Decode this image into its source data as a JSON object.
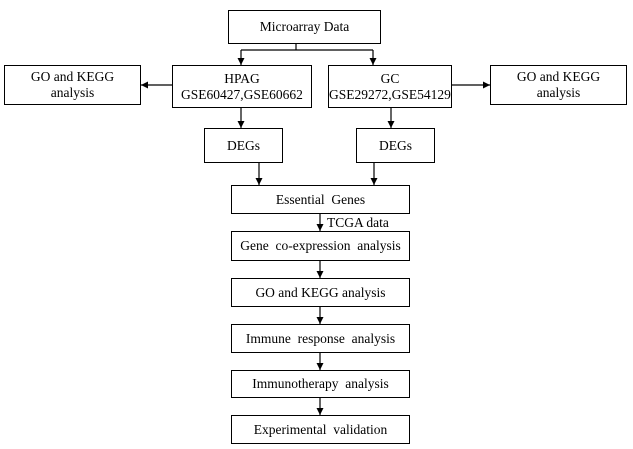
{
  "nodes": {
    "microarray": "Microarray Data",
    "go_kegg_left": [
      "GO and KEGG",
      "analysis"
    ],
    "hpag": [
      "HPAG",
      "GSE60427,GSE60662"
    ],
    "gc": [
      "GC",
      "GSE29272,GSE54129"
    ],
    "go_kegg_right": [
      "GO and KEGG",
      "analysis"
    ],
    "degs_left": "DEGs",
    "degs_right": "DEGs",
    "essential_genes": "Essential  Genes",
    "tcga_label": "TCGA data",
    "coexpression": "Gene  co-expression  analysis",
    "go_kegg_center": "GO and KEGG analysis",
    "immune_response": "Immune  response  analysis",
    "immunotherapy": "Immunotherapy  analysis",
    "experimental": "Experimental  validation"
  }
}
